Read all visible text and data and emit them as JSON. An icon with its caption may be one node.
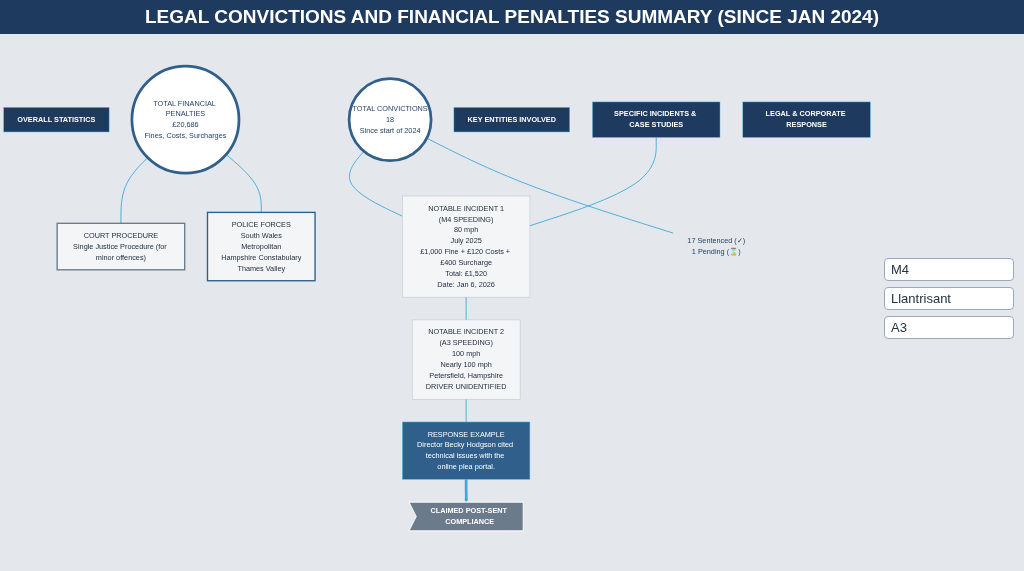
{
  "diagram": {
    "title": "LEGAL CONVICTIONS AND FINANCIAL PENALTIES SUMMARY (SINCE JAN 2024)",
    "nodes": [
      {
        "text": [
          "OVERALL STATISTICS"
        ]
      },
      {
        "text": [
          "TOTAL CONVICTIONS",
          "18",
          "Since start of 2024"
        ]
      },
      {
        "text": [
          "17 Sentenced (✓)",
          "1 Pending (⌛)"
        ]
      },
      {
        "text": [
          "TOTAL FINANCIAL PENALTIES",
          "£20,686",
          "Fines, Costs, Surcharges"
        ]
      },
      {
        "text": [
          "KEY ENTITIES INVOLVED"
        ]
      },
      {
        "text": [
          "POLICE FORCES",
          "South Wales",
          "Metropolitan",
          "Hampshire Constabulary",
          "Thames Valley"
        ]
      },
      {
        "text": [
          "COURT PROCEDURE",
          "Single Justice Procedure (for minor offences)"
        ]
      },
      {
        "text": [
          "SPECIFIC INCIDENTS & CASE STUDIES"
        ]
      },
      {
        "text": [
          "NOTABLE INCIDENT 1",
          "(M4 SPEEDING)",
          "80 mph",
          "July 2025",
          "£1,000 Fine + £120 Costs + £400 Surcharge",
          "Total: £1,520",
          "Date: Jan 6, 2026"
        ]
      },
      {
        "text": [
          "NOTABLE INCIDENT 2",
          "(A3 SPEEDING)",
          "100 mph",
          "Nearly 100 mph",
          "Petersfield, Hampshire",
          "DRIVER UNIDENTIFIED"
        ]
      },
      {
        "text": [
          "LEGAL & CORPORATE RESPONSE"
        ]
      },
      {
        "text": [
          "RESPONSE EXAMPLE",
          "Director Becky Hodgson cited technical issues with the online plea portal."
        ]
      },
      {
        "text": [
          "CLAIMED POST-SENT COMPLIANCE"
        ]
      }
    ],
    "edges": [
      {
        "from": 1,
        "to": 2,
        "arrow": "none"
      },
      {
        "from": 3,
        "to": 5,
        "arrow": "none"
      },
      {
        "from": 3,
        "to": 6,
        "arrow": "none"
      },
      {
        "from": 1,
        "to": 8,
        "arrow": "none"
      },
      {
        "from": 7,
        "to": 8,
        "arrow": "none"
      },
      {
        "from": 8,
        "to": 9,
        "arrow": "none"
      },
      {
        "from": 9,
        "to": 11,
        "arrow": "none"
      },
      {
        "from": 11,
        "to": 12,
        "arrow": "to",
        "style": "thick"
      }
    ],
    "labels": [
      "M4",
      "Llantrisant",
      "A3"
    ]
  }
}
